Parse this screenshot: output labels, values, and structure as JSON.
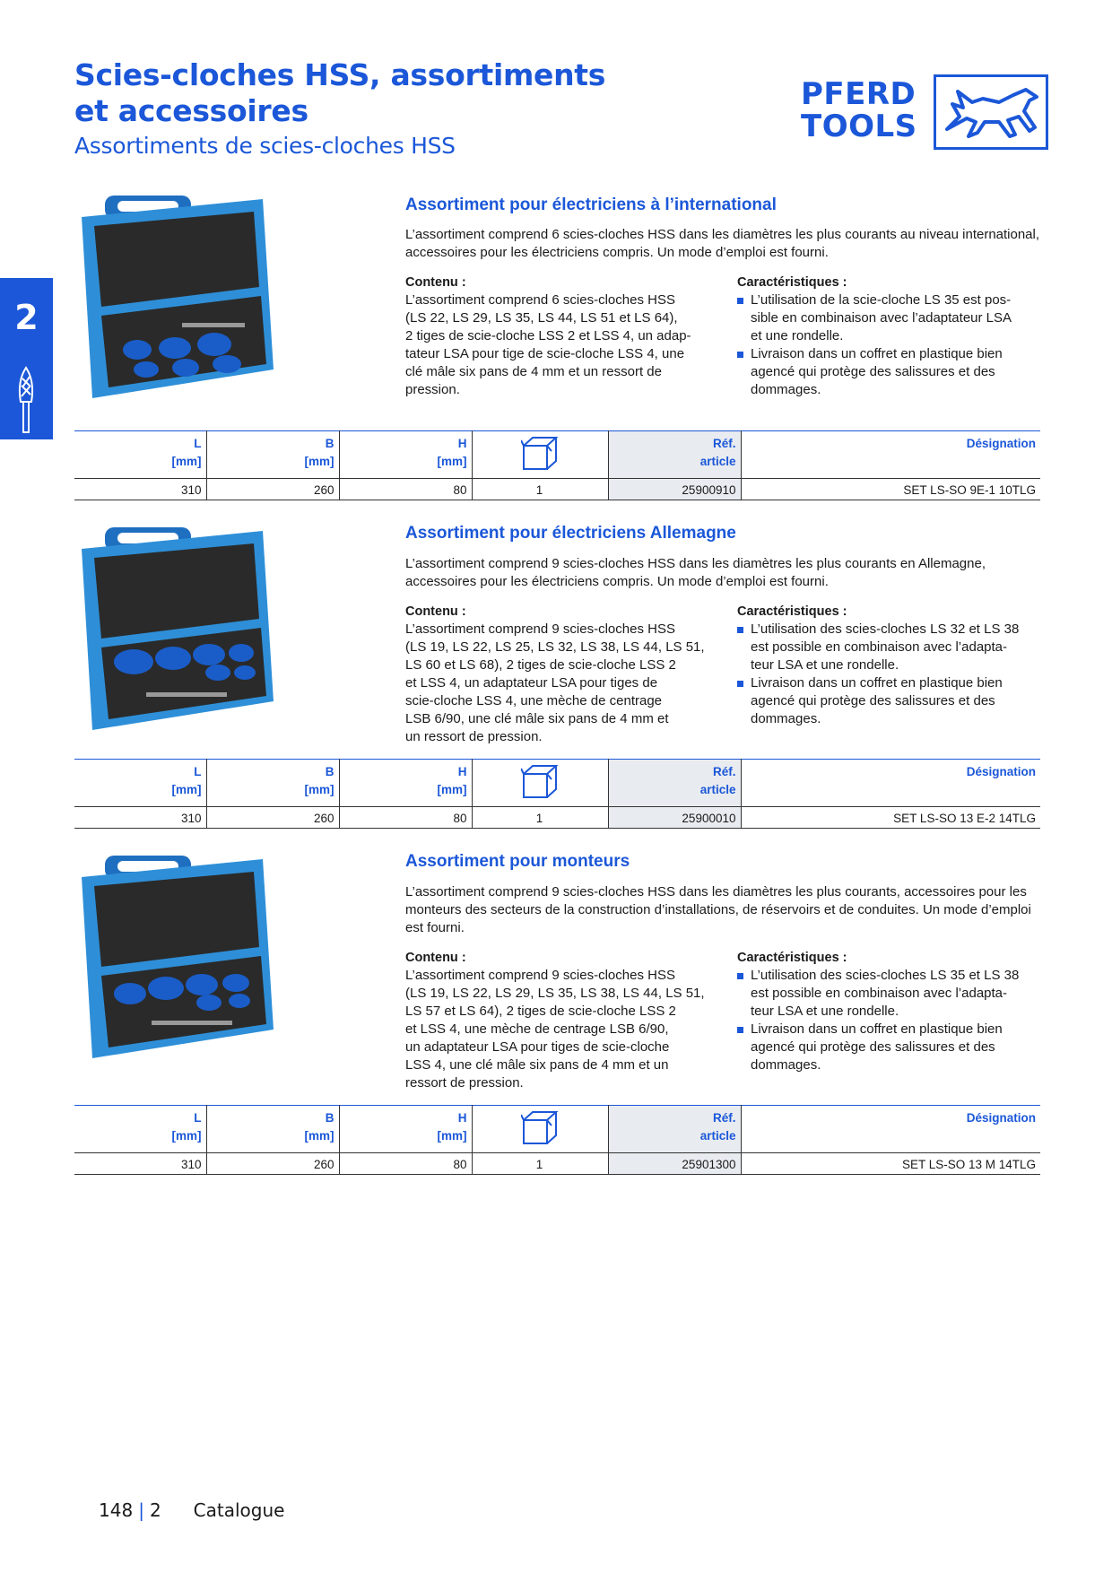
{
  "header": {
    "title": "Scies-cloches HSS, assortiments et accessoires",
    "subtitle": "Assortiments de scies-cloches HSS",
    "logo_line1": "PFERD",
    "logo_line2": "TOOLS"
  },
  "side_tab": {
    "number": "2"
  },
  "table_headers": {
    "l": "L",
    "l_unit": "[mm]",
    "b": "B",
    "b_unit": "[mm]",
    "h": "H",
    "h_unit": "[mm]",
    "ref": "Réf.",
    "ref2": "article",
    "designation": "Désignation"
  },
  "sections": [
    {
      "title": "Assortiment pour électriciens à l’international",
      "description": "L’assortiment comprend 6 scies-cloches HSS dans les diamètres les plus courants au niveau international, accessoires pour les électriciens compris. Un mode d’emploi est fourni.",
      "contenu_label": "Contenu :",
      "contenu_lines": [
        "L’assortiment comprend 6 scies-cloches HSS",
        "(LS 22, LS 29, LS 35, LS 44, LS 51 et LS 64),",
        "2 tiges de scie-cloche LSS 2 et LSS 4, un adap-",
        "tateur LSA pour tige de scie-cloche LSS 4, une",
        "clé mâle six pans de 4 mm et un ressort de",
        "pression."
      ],
      "carac_label": "Caractéristiques :",
      "carac_items": [
        [
          "L’utilisation de la scie-cloche LS 35 est pos-",
          "sible en combinaison avec l’adaptateur LSA",
          "et une rondelle."
        ],
        [
          "Livraison dans un coffret en plastique bien",
          "agencé qui protège des salissures et des",
          "dommages."
        ]
      ],
      "row": {
        "l": "310",
        "b": "260",
        "h": "80",
        "qty": "1",
        "ref": "25900910",
        "designation": "SET LS-SO 9E-1 10TLG"
      }
    },
    {
      "title": "Assortiment pour électriciens Allemagne",
      "description": "L’assortiment comprend 9 scies-cloches HSS dans les diamètres les plus courants en Allemagne, accessoires pour les électriciens compris. Un mode d’emploi est fourni.",
      "contenu_label": "Contenu :",
      "contenu_lines": [
        "L’assortiment comprend 9 scies-cloches HSS",
        "(LS 19, LS 22, LS 25, LS 32, LS 38, LS 44, LS 51,",
        "LS 60 et LS 68), 2 tiges de scie-cloche LSS 2",
        "et LSS 4, un adaptateur LSA pour tiges de",
        "scie-cloche LSS 4, une mèche de centrage",
        "LSB 6/90, une clé mâle six pans de 4 mm et",
        "un ressort de pression."
      ],
      "carac_label": "Caractéristiques :",
      "carac_items": [
        [
          "L’utilisation des scies-cloches LS 32 et LS 38",
          "est possible en combinaison avec l’adapta-",
          "teur LSA et une rondelle."
        ],
        [
          "Livraison dans un coffret en plastique bien",
          "agencé qui protège des salissures et des",
          "dommages."
        ]
      ],
      "row": {
        "l": "310",
        "b": "260",
        "h": "80",
        "qty": "1",
        "ref": "25900010",
        "designation": "SET LS-SO 13 E-2 14TLG"
      }
    },
    {
      "title": "Assortiment pour monteurs",
      "description": "L’assortiment comprend 9 scies-cloches HSS dans les diamètres les plus courants, accessoires pour les monteurs des secteurs de la construction d’installations, de réservoirs et de conduites. Un mode d’emploi est fourni.",
      "contenu_label": "Contenu :",
      "contenu_lines": [
        "L’assortiment comprend 9 scies-cloches HSS",
        "(LS 19, LS 22, LS 29, LS 35, LS 38, LS 44, LS 51,",
        "LS 57 et LS 64), 2 tiges de scie-cloche LSS 2",
        "et LSS 4, une mèche de centrage LSB 6/90,",
        "un adaptateur LSA pour tiges de scie-cloche",
        "LSS 4, une clé mâle six pans de 4 mm et un",
        "ressort de pression."
      ],
      "carac_label": "Caractéristiques :",
      "carac_items": [
        [
          "L’utilisation des scies-cloches LS 35 et LS 38",
          "est possible en combinaison avec l’adapta-",
          "teur LSA et une rondelle."
        ],
        [
          "Livraison dans un coffret en plastique bien",
          "agencé qui protège des salissures et des",
          "dommages."
        ]
      ],
      "row": {
        "l": "310",
        "b": "260",
        "h": "80",
        "qty": "1",
        "ref": "25901300",
        "designation": "SET LS-SO 13 M 14TLG"
      }
    }
  ],
  "footer": {
    "page": "148",
    "chapter": "2",
    "label": "Catalogue"
  },
  "colors": {
    "accent": "#1b57d8",
    "case_blue": "#2e8fd8",
    "foam": "#2a2a2a",
    "ref_bg": "#e8ebf0"
  }
}
